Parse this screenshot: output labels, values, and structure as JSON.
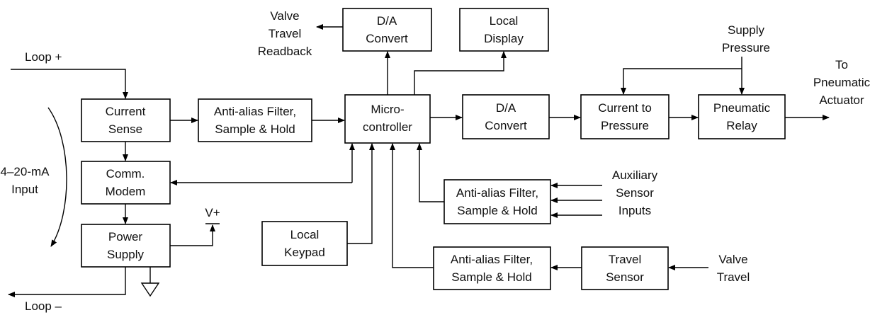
{
  "blocks": {
    "current_sense": [
      "Current",
      "Sense"
    ],
    "comm_modem": [
      "Comm.",
      "Modem"
    ],
    "power_supply": [
      "Power",
      "Supply"
    ],
    "aaf_main": [
      "Anti-alias Filter,",
      "Sample & Hold"
    ],
    "microcontroller": [
      "Micro-",
      "controller"
    ],
    "da_top": [
      "D/A",
      "Convert"
    ],
    "local_display": [
      "Local",
      "Display"
    ],
    "da_mid": [
      "D/A",
      "Convert"
    ],
    "current_to_pressure": [
      "Current to",
      "Pressure"
    ],
    "pneumatic_relay": [
      "Pneumatic",
      "Relay"
    ],
    "aaf_aux": [
      "Anti-alias Filter,",
      "Sample & Hold"
    ],
    "local_keypad": [
      "Local",
      "Keypad"
    ],
    "aaf_travel": [
      "Anti-alias Filter,",
      "Sample & Hold"
    ],
    "travel_sensor": [
      "Travel",
      "Sensor"
    ]
  },
  "labels": {
    "loop_plus": "Loop +",
    "loop_minus": "Loop –",
    "input_4_20": [
      "4–20-mA",
      "Input"
    ],
    "v_plus": "V+",
    "valve_travel_readback": [
      "Valve",
      "Travel",
      "Readback"
    ],
    "supply_pressure": [
      "Supply",
      "Pressure"
    ],
    "to_pneumatic_actuator": [
      "To",
      "Pneumatic",
      "Actuator"
    ],
    "auxiliary_sensor_inputs": [
      "Auxiliary",
      "Sensor",
      "Inputs"
    ],
    "valve_travel": [
      "Valve",
      "Travel"
    ]
  }
}
